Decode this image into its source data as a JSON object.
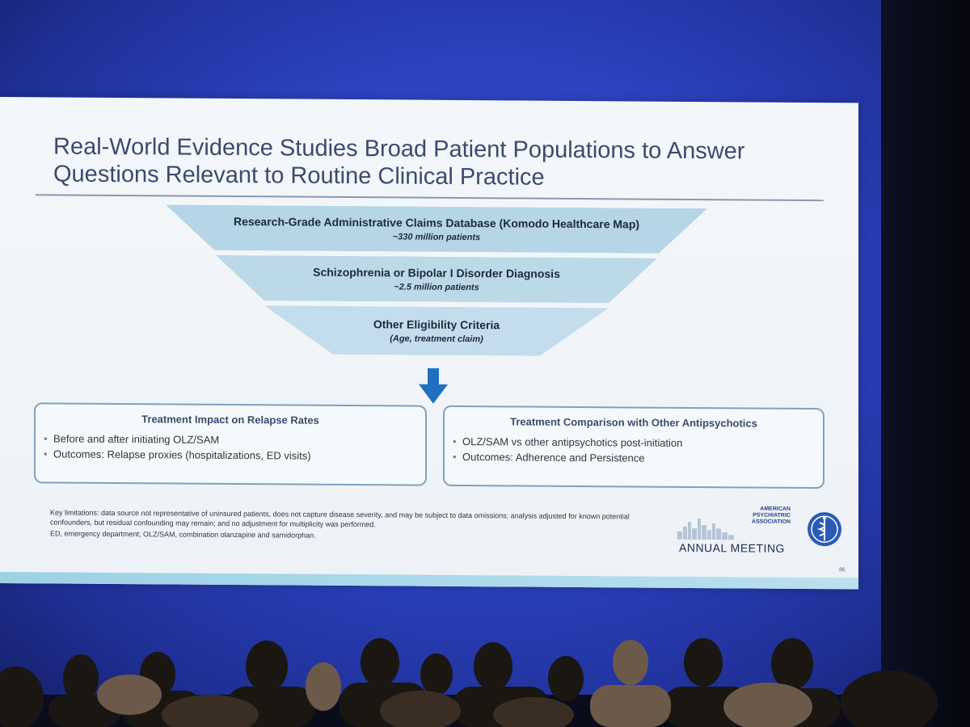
{
  "slide": {
    "title": "Real-World Evidence Studies Broad Patient Populations to Answer Questions Relevant to Routine Clinical Practice",
    "funnel": [
      {
        "label": "Research-Grade Administrative Claims Database (Komodo Healthcare Map)",
        "sub": "~330 million patients"
      },
      {
        "label": "Schizophrenia or Bipolar I Disorder Diagnosis",
        "sub": "~2.5 million patients"
      },
      {
        "label": "Other Eligibility Criteria",
        "sub": "(Age, treatment claim)"
      }
    ],
    "boxes": [
      {
        "heading": "Treatment Impact on Relapse Rates",
        "bullets": [
          "Before and after initiating OLZ/SAM",
          "Outcomes: Relapse proxies (hospitalizations, ED visits)"
        ]
      },
      {
        "heading": "Treatment Comparison with Other Antipsychotics",
        "bullets": [
          "OLZ/SAM vs other antipsychotics post-initiation",
          "Outcomes: Adherence and Persistence"
        ]
      }
    ],
    "footnote": {
      "limitations": "Key limitations: data source not representative of uninsured patients, does not capture disease severity, and may be subject to data omissions; analysis adjusted for known potential confounders, but residual confounding may remain; and no adjustment for multiplicity was performed.",
      "abbreviations": "ED, emergency department; OLZ/SAM, combination olanzapine and samidorphan."
    },
    "logo": {
      "org_line1": "AMERICAN",
      "org_line2": "PSYCHIATRIC",
      "org_line3": "ASSOCIATION",
      "meeting": "ANNUAL MEETING"
    },
    "page_number": "86"
  },
  "colors": {
    "screen_blue": "#2c43c0",
    "title_text": "#3b4a6e",
    "funnel_fill": "#b6d5e6",
    "arrow_blue": "#1f6fc2",
    "box_border": "#7fa1bf"
  }
}
